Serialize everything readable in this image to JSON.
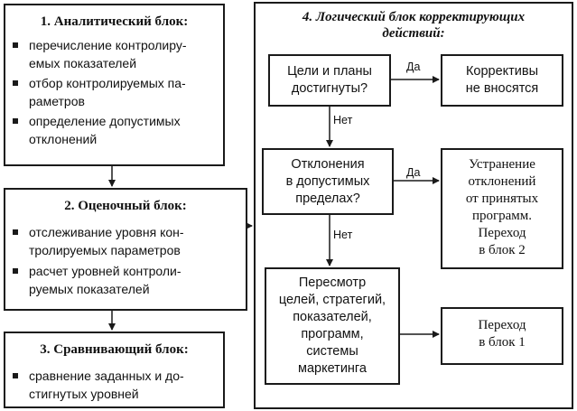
{
  "block1": {
    "title": "1. Аналитический блок:",
    "items": [
      [
        "перечисление контролиру-",
        "емых показателей"
      ],
      [
        "отбор контролируемых па-",
        "раметров"
      ],
      [
        "определение допустимых",
        "отклонений"
      ]
    ]
  },
  "block2": {
    "title": "2. Оценочный блок:",
    "items": [
      [
        "отслеживание уровня кон-",
        "тролируемых параметров"
      ],
      [
        "расчет уровней контроли-",
        "руемых показателей"
      ]
    ]
  },
  "block3": {
    "title": "3. Сравнивающий блок:",
    "items": [
      [
        "сравнение заданных и до-",
        "стигнутых уровней"
      ]
    ]
  },
  "block4": {
    "title": [
      "4. Логический блок корректирующих",
      "действий:"
    ],
    "q1": [
      "Цели и планы",
      "достигнуты?"
    ],
    "q2": [
      "Отклонения",
      "в допустимых",
      "пределах?"
    ],
    "r1": [
      "Коррективы",
      "не вносятся"
    ],
    "r2": [
      "Устранение",
      "отклонений",
      "от принятых",
      "программ.",
      "Переход",
      "в блок 2"
    ],
    "r3": [
      "Пересмотр",
      "целей, стратегий,",
      "показателей,",
      "программ,",
      "системы",
      "маркетинга"
    ],
    "r4": [
      "Переход",
      "в блок 1"
    ],
    "yes": "Да",
    "no": "Нет"
  }
}
